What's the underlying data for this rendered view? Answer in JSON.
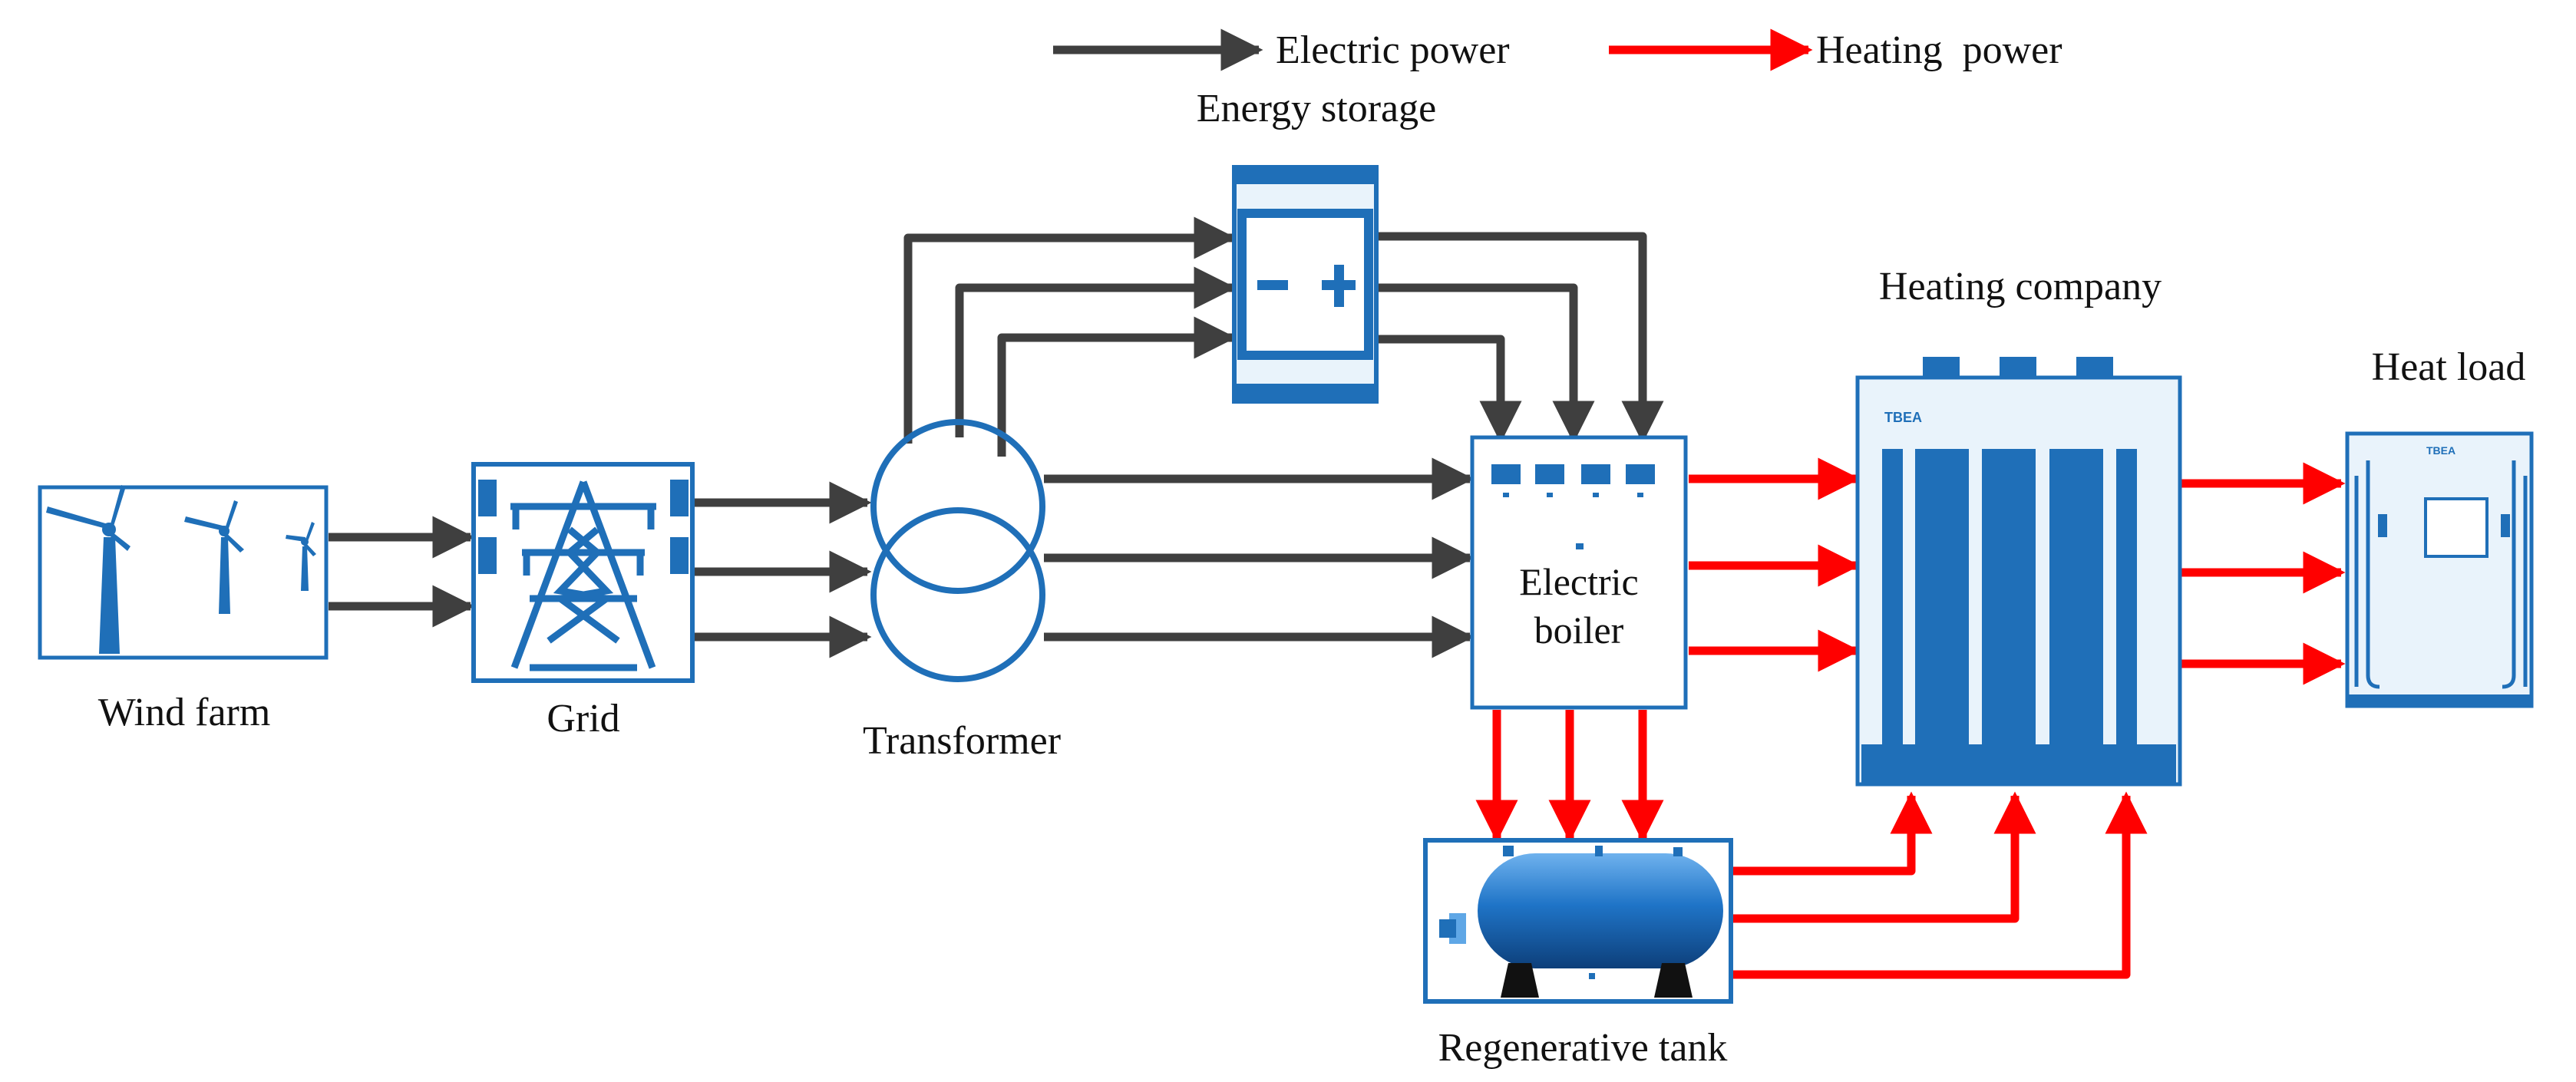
{
  "legend": {
    "electric": "Electric power",
    "heating": "Heating  power"
  },
  "labels": {
    "energy_storage": "Energy storage",
    "heating_company": "Heating company",
    "heat_load": "Heat load",
    "wind_farm": "Wind farm",
    "grid": "Grid",
    "transformer": "Transformer",
    "electric_boiler_line1": "Electric",
    "electric_boiler_line2": "boiler",
    "regenerative_tank": "Regenerative tank",
    "radiator_brand": "TBEA",
    "heat_load_brand": "TBEA"
  },
  "colors": {
    "electric": "#3f3f3f",
    "heating": "#ff0000",
    "equipment_blue": "#1f6fb8",
    "equipment_dark": "#14508a",
    "frame_light": "#e9f3fb"
  },
  "icons": {
    "wind_farm": "wind-turbine-icon",
    "grid": "transmission-tower-icon",
    "transformer": "transformer-icon",
    "energy_storage": "battery-icon",
    "electric_boiler": "boiler-icon",
    "heating_company": "radiator-icon",
    "heat_load": "heat-exchanger-icon",
    "regenerative_tank": "storage-tank-icon"
  }
}
